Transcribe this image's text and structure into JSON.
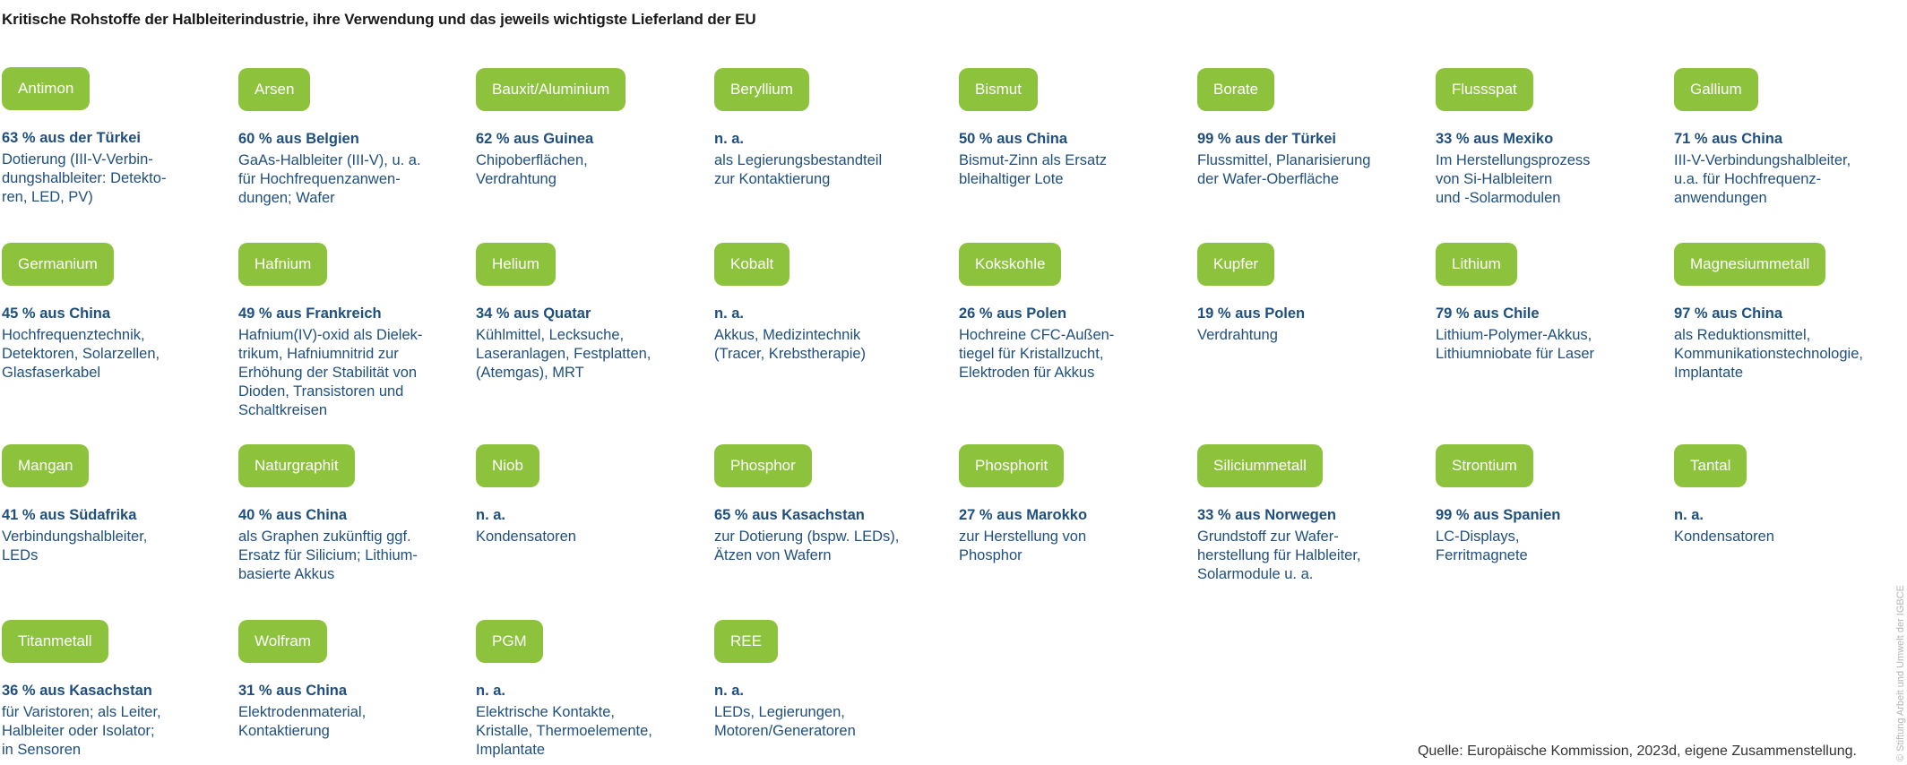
{
  "title": "Kritische Rohstoffe der Halbleiterindustrie, ihre Verwendung und das jeweils wichtigste Lieferland der EU",
  "colors": {
    "pill": "#8dc23d",
    "text_blue": "#1f4f7f"
  },
  "materials": [
    {
      "name": "Antimon",
      "source": "63 % aus der Türkei",
      "usage": "Dotierung (III-V-Verbin-\ndungshalbleiter: Detekto-\nren, LED, PV)"
    },
    {
      "name": "Arsen",
      "source": "60 % aus Belgien",
      "usage": "GaAs-Halbleiter (III-V), u. a.\nfür Hochfrequenzanwen-\ndungen; Wafer"
    },
    {
      "name": "Bauxit/Aluminium",
      "source": "62 % aus Guinea",
      "usage": "Chipoberflächen,\nVerdrahtung"
    },
    {
      "name": "Beryllium",
      "source": "n. a.",
      "usage": "als Legierungsbestandteil\nzur Kontaktierung"
    },
    {
      "name": "Bismut",
      "source": "50 % aus China",
      "usage": "Bismut-Zinn als Ersatz\nbleihaltiger Lote"
    },
    {
      "name": "Borate",
      "source": "99 % aus der Türkei",
      "usage": "Flussmittel, Planarisierung\nder Wafer-Oberfläche"
    },
    {
      "name": "Flussspat",
      "source": "33 % aus Mexiko",
      "usage": "Im Herstellungsprozess\nvon Si-Halbleitern\nund -Solarmodulen"
    },
    {
      "name": "Gallium",
      "source": "71 % aus China",
      "usage": "III-V-Verbindungshalbleiter,\nu.a. für Hochfrequenz-\nanwendungen"
    },
    {
      "name": "Germanium",
      "source": "45 % aus China",
      "usage": "Hochfrequenztechnik,\nDetektoren, Solarzellen,\nGlasfaserkabel"
    },
    {
      "name": "Hafnium",
      "source": "49 % aus Frankreich",
      "usage": "Hafnium(IV)-oxid als Dielek-\ntrikum, Hafniumnitrid zur\nErhöhung der Stabilität von\nDioden, Transistoren und\nSchaltkreisen"
    },
    {
      "name": "Helium",
      "source": "34 % aus Quatar",
      "usage": "Kühlmittel, Lecksuche,\nLaseranlagen, Festplatten,\n(Atemgas), MRT"
    },
    {
      "name": "Kobalt",
      "source": "n. a.",
      "usage": "Akkus, Medizintechnik\n(Tracer, Krebstherapie)"
    },
    {
      "name": "Kokskohle",
      "source": "26 % aus Polen",
      "usage": "Hochreine CFC-Außen-\ntiegel für Kristallzucht,\nElektroden für Akkus"
    },
    {
      "name": "Kupfer",
      "source": "19 % aus Polen",
      "usage": "Verdrahtung"
    },
    {
      "name": "Lithium",
      "source": "79 % aus Chile",
      "usage": "Lithium-Polymer-Akkus,\nLithiumniobate für Laser"
    },
    {
      "name": "Magnesiummetall",
      "source": "97 % aus China",
      "usage": "als Reduktionsmittel,\nKommunikationstechnologie,\nImplantate"
    },
    {
      "name": "Mangan",
      "source": "41 % aus Südafrika",
      "usage": "Verbindungshalbleiter,\nLEDs"
    },
    {
      "name": "Naturgraphit",
      "source": "40 % aus China",
      "usage": "als Graphen zukünftig ggf.\nErsatz für Silicium; Lithium-\nbasierte Akkus"
    },
    {
      "name": "Niob",
      "source": "n. a.",
      "usage": "Kondensatoren"
    },
    {
      "name": "Phosphor",
      "source": "65 % aus Kasachstan",
      "usage": "zur Dotierung (bspw. LEDs),\nÄtzen von Wafern"
    },
    {
      "name": "Phosphorit",
      "source": "27 % aus Marokko",
      "usage": "zur Herstellung von\nPhosphor"
    },
    {
      "name": "Siliciummetall",
      "source": "33 % aus Norwegen",
      "usage": "Grundstoff zur Wafer-\nherstellung für Halbleiter,\nSolarmodule u. a."
    },
    {
      "name": "Strontium",
      "source": "99 % aus Spanien",
      "usage": "LC-Displays,\nFerritmagnete"
    },
    {
      "name": "Tantal",
      "source": "n. a.",
      "usage": "Kondensatoren"
    },
    {
      "name": "Titanmetall",
      "source": "36 % aus Kasachstan",
      "usage": "für Varistoren; als Leiter,\nHalbleiter oder Isolator;\nin Sensoren"
    },
    {
      "name": "Wolfram",
      "source": "31 % aus China",
      "usage": "Elektrodenmaterial,\nKontaktierung"
    },
    {
      "name": "PGM",
      "source": "n. a.",
      "usage": "Elektrische Kontakte,\nKristalle, Thermoelemente,\nImplantate"
    },
    {
      "name": "REE",
      "source": "n. a.",
      "usage": "LEDs, Legierungen,\nMotoren/Generatoren"
    }
  ],
  "footer": "Quelle: Europäische Kommission, 2023d, eigene Zusammenstellung.",
  "credit": "© Stiftung Arbeit und Umwelt der IGBCE"
}
